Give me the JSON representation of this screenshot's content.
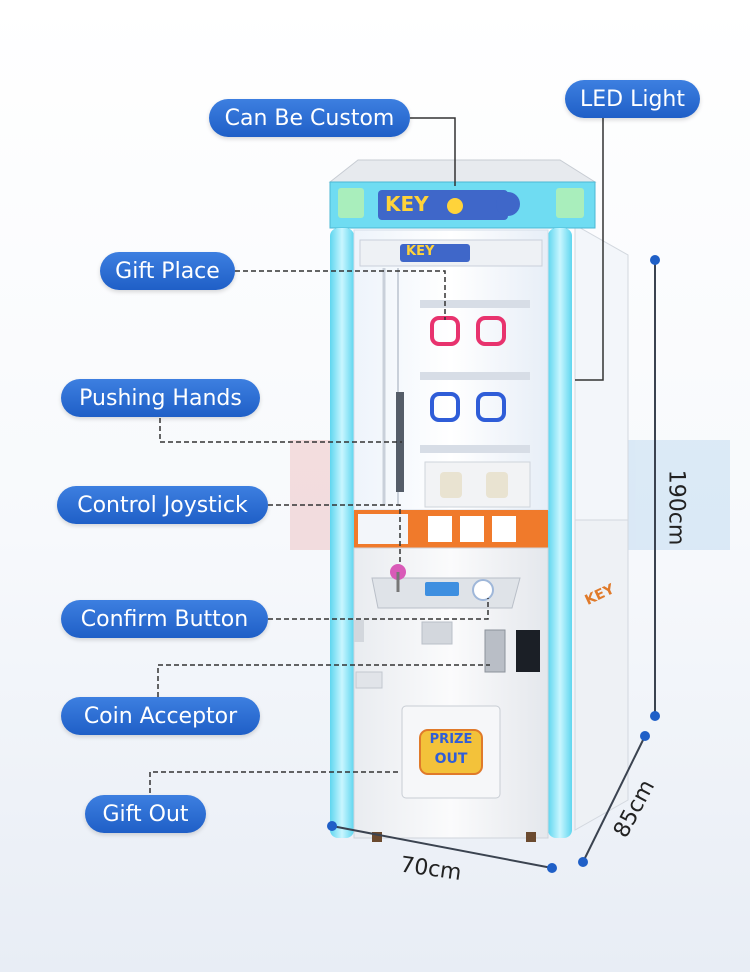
{
  "labels": {
    "can_be_custom": "Can Be Custom",
    "led_light": "LED Light",
    "gift_place": "Gift Place",
    "pushing_hands": "Pushing Hands",
    "control_joystick": "Control Joystick",
    "confirm_button": "Confirm Button",
    "coin_acceptor": "Coin Acceptor",
    "gift_out": "Gift Out"
  },
  "dimensions": {
    "height": "190cm",
    "width": "70cm",
    "depth": "85cm"
  },
  "machine_text": {
    "header_logo": "KEY",
    "inner_logo": "KEY",
    "side_logo": "KEY",
    "prize_out_top": "PRIZE",
    "prize_out_bottom": "OUT"
  },
  "colors": {
    "pill_blue": "#2a6ad6",
    "led_cyan": "#7fe3f5",
    "cabinet_white": "#f4f5f7"
  }
}
